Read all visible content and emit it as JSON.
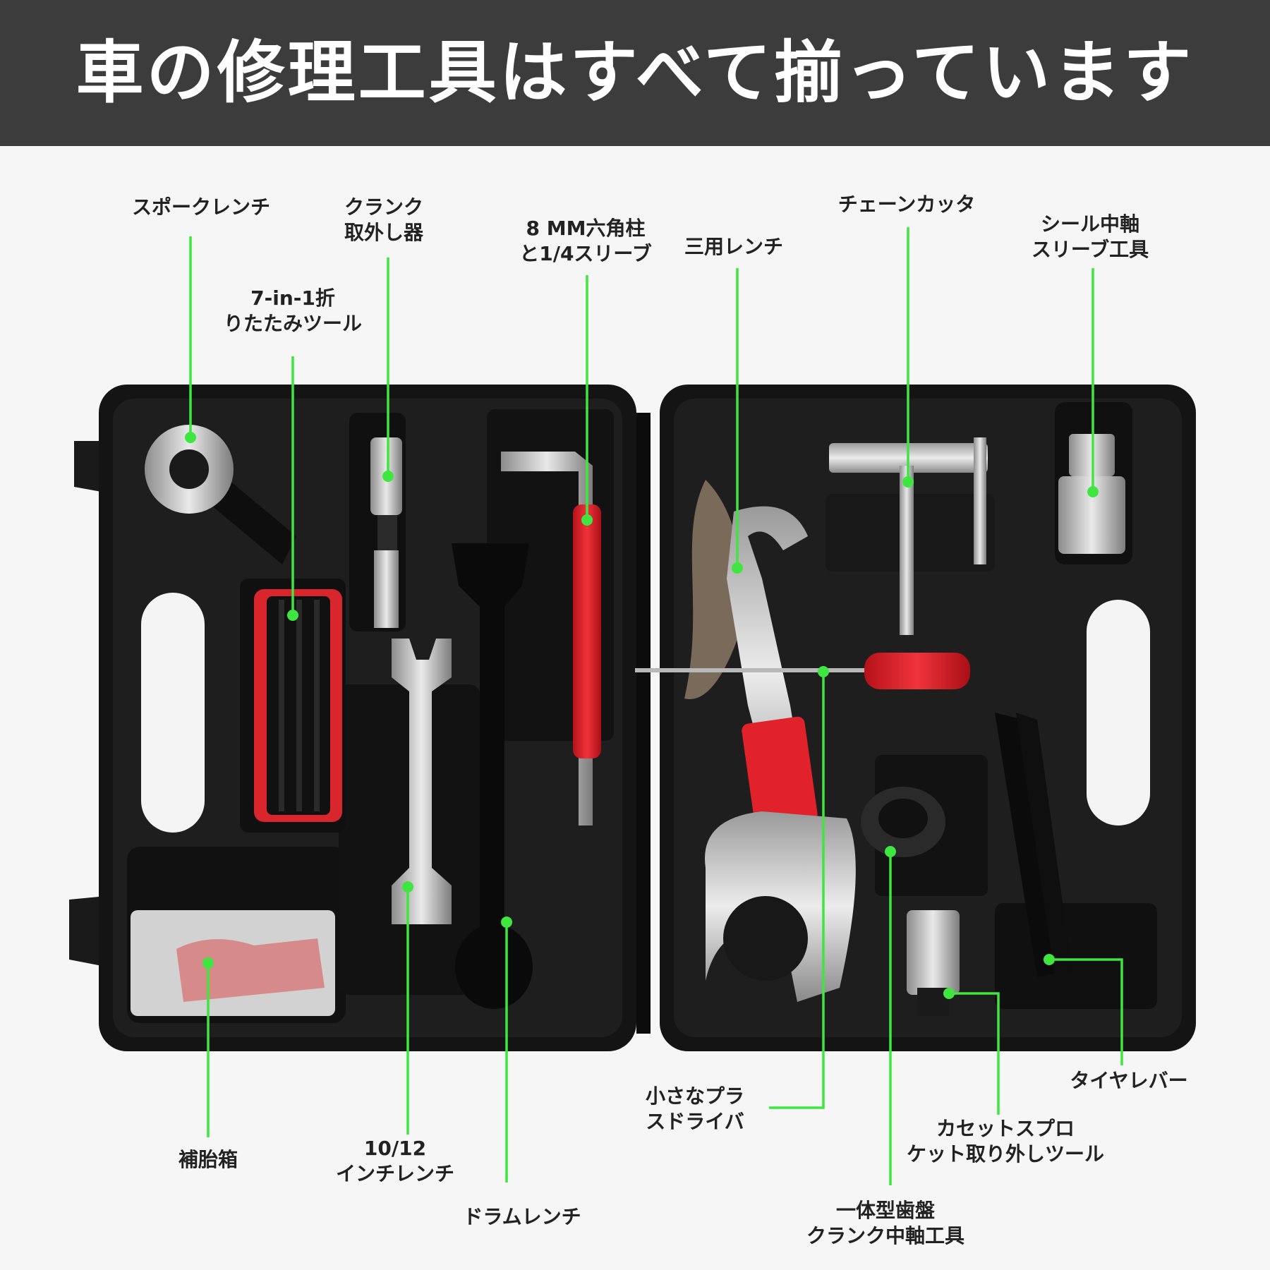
{
  "header": {
    "title": "車の修理工具はすべて揃っています"
  },
  "colors": {
    "header_bg": "#3c3c3c",
    "case": "#151515",
    "callout_line": "#3fe63f",
    "accent_red": "#e1222a"
  },
  "labels": {
    "spoke_wrench": "スポークレンチ",
    "crank_puller": "クランク\n取外し器",
    "hex_8mm": "8 MM六角柱\nと1/4スリーブ",
    "three_way_wrench": "三用レンチ",
    "chain_cutter": "チェーンカッタ",
    "bb_sleeve_tool": "シール中軸\nスリーブ工具",
    "multitool": "7-in-1折\nりたたみツール",
    "patch_box": "補胎箱",
    "wrench_10_12": "10/12\nインチレンチ",
    "drum_wrench": "ドラムレンチ",
    "screwdriver": "小さなプラ\nスドライバ",
    "crank_bb_tool": "一体型歯盤\nクランク中軸工具",
    "cassette_tool": "カセットスプロ\nケット取り外しツール",
    "tire_lever": "タイヤレバー"
  }
}
